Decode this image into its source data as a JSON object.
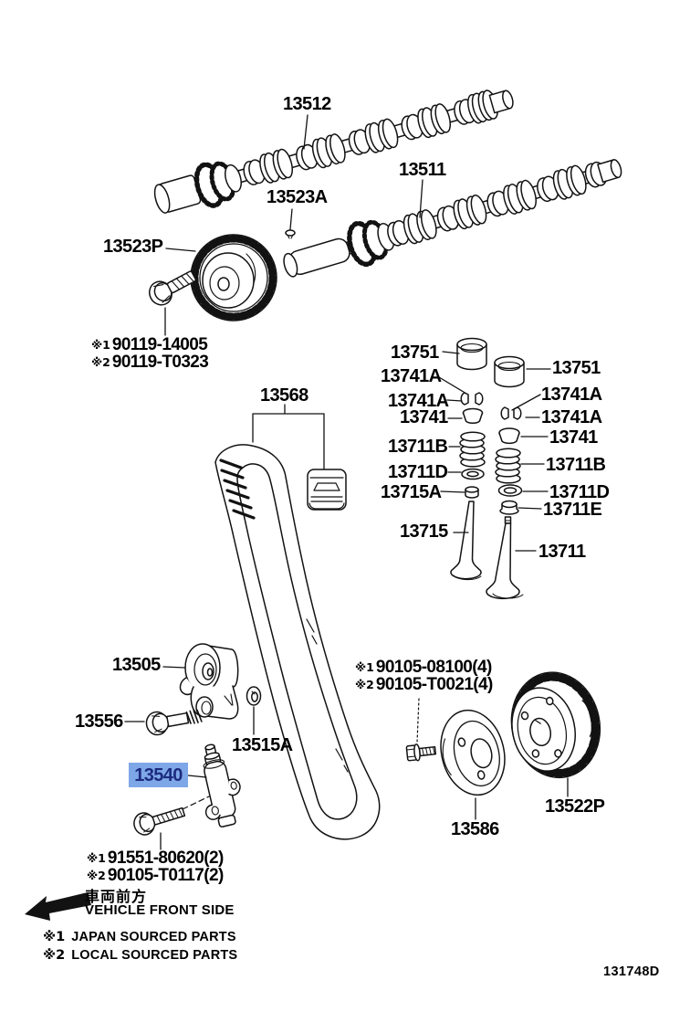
{
  "figure_code": "131748D",
  "highlight": {
    "selected_part": "13540",
    "bg": "#7EA7E8",
    "fg": "#1C2B7F"
  },
  "callouts": {
    "camshaft_no2": "13512",
    "camshaft_no1": "13511",
    "camshaft_plate": "13523A",
    "camshaft_timing_pulley": "13523P",
    "timing_belt": "13568",
    "valve_lifter_left": "13751",
    "valve_lifter_right": "13751",
    "retainer_lock_left_1": "13741A",
    "retainer_lock_left_2": "13741A",
    "spring_retainer_left": "13741",
    "valve_spring_left": "13711B",
    "spring_seat_left": "13711D",
    "stem_seal_intake": "13715A",
    "valve_intake": "13715",
    "retainer_lock_right_1": "13741A",
    "retainer_lock_right_2": "13741A",
    "spring_retainer_right": "13741",
    "valve_spring_right": "13711B",
    "spring_seat_right": "13711D",
    "stem_seal_exhaust": "13711E",
    "valve_exhaust": "13711",
    "idler_pulley": "13505",
    "idler_bolt": "13556",
    "plate_washer": "13515A",
    "belt_tensioner": "13540",
    "crankshaft_pulley": "13586",
    "crankshaft_timing_gear": "13522P"
  },
  "notes": {
    "camshaft_gear_bolt": [
      {
        "ref": "※1",
        "number": "90119-14005"
      },
      {
        "ref": "※2",
        "number": "90119-T0323"
      }
    ],
    "tensioner_bolt": [
      {
        "ref": "※1",
        "number": "91551-80620(2)"
      },
      {
        "ref": "※2",
        "number": "90105-T0117(2)"
      }
    ],
    "crankshaft_gear_bolt": [
      {
        "ref": "※1",
        "number": "90105-08100(4)"
      },
      {
        "ref": "※2",
        "number": "90105-T0021(4)"
      }
    ]
  },
  "annotations": {
    "vehicle_front_jp": "車両前方",
    "vehicle_front_en": "VEHICLE FRONT SIDE",
    "legend": [
      {
        "ref": "※1",
        "text": "JAPAN SOURCED PARTS"
      },
      {
        "ref": "※2",
        "text": "LOCAL SOURCED PARTS"
      }
    ]
  }
}
